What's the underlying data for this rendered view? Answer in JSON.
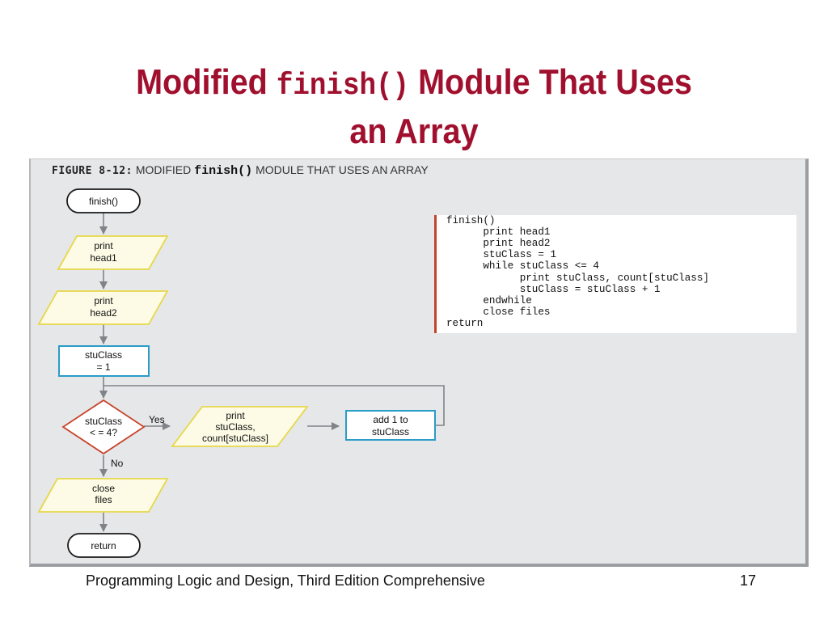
{
  "title": {
    "part1": "Modified",
    "code": "finish()",
    "part2": "Module That Uses",
    "line2": "an Array"
  },
  "figure": {
    "label": "FIGURE 8-12:",
    "caption_pre": "MODIFIED",
    "caption_code": "finish()",
    "caption_post": "MODULE THAT USES AN ARRAY"
  },
  "flowchart": {
    "start": "finish()",
    "print_head1": [
      "print",
      "head1"
    ],
    "print_head2": [
      "print",
      "head2"
    ],
    "init": [
      "stuClass",
      "= 1"
    ],
    "decision": [
      "stuClass",
      "< = 4?"
    ],
    "yes": "Yes",
    "no": "No",
    "print_loop": [
      "print",
      "stuClass,",
      "count[stuClass]"
    ],
    "increment": [
      "add 1 to",
      "stuClass"
    ],
    "close": [
      "close",
      "files"
    ],
    "end": "return"
  },
  "pseudocode": [
    "finish()",
    "      print head1",
    "      print head2",
    "      stuClass = 1",
    "      while stuClass <= 4",
    "            print stuClass, count[stuClass]",
    "            stuClass = stuClass + 1",
    "      endwhile",
    "      close files",
    "return"
  ],
  "colors": {
    "title": "#a0102e",
    "io_stroke": "#e6d84a",
    "io_fill": "#fdfbe6",
    "process_stroke": "#2a9cc8",
    "decision_stroke": "#c8432a",
    "accent_bar": "#c2442a"
  },
  "footer": {
    "text": "Programming Logic and Design, Third Edition Comprehensive",
    "page": "17"
  }
}
